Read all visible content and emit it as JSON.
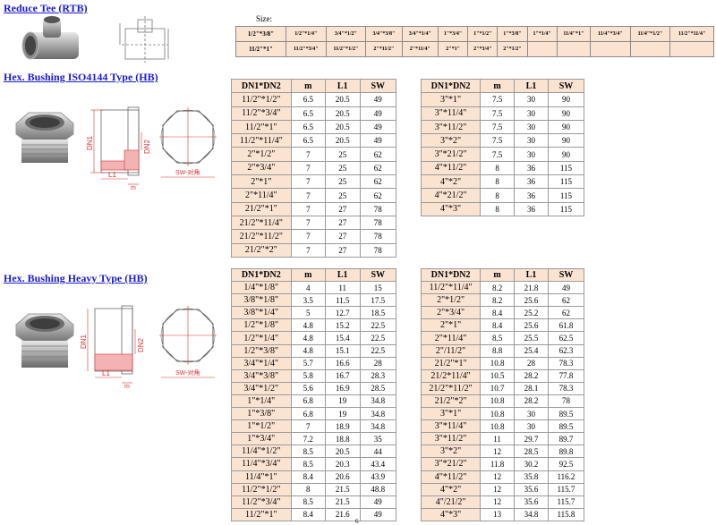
{
  "sections": {
    "reduce_tee": {
      "title": "Reduce Tee (RTB)",
      "size_label": "Size:",
      "sizes": [
        [
          "1/2\"*3/8\"",
          "1/2\"*1/4\"",
          "3/4\"*1/2\"",
          "3/4\"*3/8\"",
          "3/4\"*1/4\"",
          "1\"*3/4\"",
          "1\"*1/2\"",
          "1\"*3/8\"",
          "1\"*1/4\"",
          "11/4\"*1\"",
          "11/4\"*3/4\"",
          "11/4\"*1/2\"",
          "11/2\"*11/4\""
        ],
        [
          "11/2\"*1\"",
          "11/2\"*3/4\"",
          "11/2\"*1/2\"",
          "2\"*11/2\"",
          "2\"*11/4\"",
          "2\"*1\"",
          "2\"*3/4\"",
          "2\"*1/2\"",
          "",
          "",
          "",
          "",
          ""
        ]
      ]
    },
    "hex_iso": {
      "title": "Hex. Bushing  ISO4144 Type (HB)",
      "drawing_labels": {
        "dn1": "DN1",
        "dn2": "DN2",
        "l1": "L1",
        "m": "m",
        "sw": "SW-对角"
      },
      "headers": [
        "DN1*DN2",
        "m",
        "L1",
        "SW"
      ],
      "left_rows": [
        [
          "11/2\"*1/2\"",
          "6.5",
          "20.5",
          "49"
        ],
        [
          "11/2\"*3/4\"",
          "6.5",
          "20.5",
          "49"
        ],
        [
          "11/2\"*1\"",
          "6.5",
          "20.5",
          "49"
        ],
        [
          "11/2\"*11/4\"",
          "6.5",
          "20.5",
          "49"
        ],
        [
          "2\"*1/2\"",
          "7",
          "25",
          "62"
        ],
        [
          "2\"*3/4\"",
          "7",
          "25",
          "62"
        ],
        [
          "2\"*1\"",
          "7",
          "25",
          "62"
        ],
        [
          "2\"*11/4\"",
          "7",
          "25",
          "62"
        ],
        [
          "21/2\"*1\"",
          "7",
          "27",
          "78"
        ],
        [
          "21/2\"*11/4\"",
          "7",
          "27",
          "78"
        ],
        [
          "21/2\"*11/2\"",
          "7",
          "27",
          "78"
        ],
        [
          "21/2\"*2\"",
          "7",
          "27",
          "78"
        ]
      ],
      "right_rows": [
        [
          "3\"*1\"",
          "7.5",
          "30",
          "90"
        ],
        [
          "3\"*11/4\"",
          "7.5",
          "30",
          "90"
        ],
        [
          "3\"*11/2\"",
          "7.5",
          "30",
          "90"
        ],
        [
          "3\"*2\"",
          "7.5",
          "30",
          "90"
        ],
        [
          "3\"*21/2\"",
          "7.5",
          "30",
          "90"
        ],
        [
          "4\"*11/2\"",
          "8",
          "36",
          "115"
        ],
        [
          "4\"*2\"",
          "8",
          "36",
          "115"
        ],
        [
          "4\"*21/2\"",
          "8",
          "36",
          "115"
        ],
        [
          "4\"*3\"",
          "8",
          "36",
          "115"
        ]
      ]
    },
    "hex_heavy": {
      "title": "Hex. Bushing  Heavy Type (HB)",
      "drawing_labels": {
        "dn1": "DN1",
        "dn2": "DN2",
        "l1": "L1",
        "m": "m",
        "sw": "SW-对角"
      },
      "headers": [
        "DN1*DN2",
        "m",
        "L1",
        "SW"
      ],
      "left_rows": [
        [
          "1/4\"*1/8\"",
          "4",
          "11",
          "15"
        ],
        [
          "3/8\"*1/8\"",
          "3.5",
          "11.5",
          "17.5"
        ],
        [
          "3/8\"*1/4\"",
          "5",
          "12.7",
          "18.5"
        ],
        [
          "1/2\"*1/8\"",
          "4.8",
          "15.2",
          "22.5"
        ],
        [
          "1/2\"*1/4\"",
          "4.8",
          "15.4",
          "22.5"
        ],
        [
          "1/2\"*3/8\"",
          "4.8",
          "15.1",
          "22.5"
        ],
        [
          "3/4\"*1/4\"",
          "5.7",
          "16.6",
          "28"
        ],
        [
          "3/4\"*3/8\"",
          "5.8",
          "16.7",
          "28.3"
        ],
        [
          "3/4\"*1/2\"",
          "5.6",
          "16.9",
          "28.5"
        ],
        [
          "1\"*1/4\"",
          "6.8",
          "19",
          "34.8"
        ],
        [
          "1\"*3/8\"",
          "6.8",
          "19",
          "34.8"
        ],
        [
          "1\"*1/2\"",
          "7",
          "18.9",
          "34.8"
        ],
        [
          "1\"*3/4\"",
          "7.2",
          "18.8",
          "35"
        ],
        [
          "11/4\"*1/2\"",
          "8.5",
          "20.5",
          "44"
        ],
        [
          "11/4\"*3/4\"",
          "8.5",
          "20.3",
          "43.4"
        ],
        [
          "11/4\"*1\"",
          "8.4",
          "20.6",
          "43.9"
        ],
        [
          "11/2\"*1/2\"",
          "8",
          "21.5",
          "48.8"
        ],
        [
          "11/2\"*3/4\"",
          "8.5",
          "21.5",
          "49"
        ],
        [
          "11/2\"*1\"",
          "8.4",
          "21.6",
          "49"
        ]
      ],
      "right_rows": [
        [
          "11/2\"*11/4\"",
          "8.2",
          "21.8",
          "49"
        ],
        [
          "2\"*1/2\"",
          "8.2",
          "25.6",
          "62"
        ],
        [
          "2\"*3/4\"",
          "8.4",
          "25.2",
          "62"
        ],
        [
          "2\"*1\"",
          "8.4",
          "25.6",
          "61.8"
        ],
        [
          "2\"*11/4\"",
          "8.5",
          "25.5",
          "62.5"
        ],
        [
          "2\"/11/2\"",
          "8.8",
          "25.4",
          "62.3"
        ],
        [
          "21/2\"*1\"",
          "10.8",
          "28",
          "78.3"
        ],
        [
          "21/2*11/4\"",
          "10.5",
          "28.2",
          "77.8"
        ],
        [
          "21/2\"*11/2\"",
          "10.7",
          "28.1",
          "78.3"
        ],
        [
          "21/2\"*2\"",
          "10.8",
          "28.2",
          "78"
        ],
        [
          "3\"*1\"",
          "10.8",
          "30",
          "89.5"
        ],
        [
          "3\"*11/4\"",
          "10.8",
          "30",
          "89.5"
        ],
        [
          "3\"*11/2\"",
          "11",
          "29.7",
          "89.7"
        ],
        [
          "3\"*2\"",
          "12",
          "28.5",
          "89.8"
        ],
        [
          "3\"*21/2\"",
          "11.8",
          "30.2",
          "92.5"
        ],
        [
          "4\"*11/2\"",
          "12",
          "35.8",
          "116.2"
        ],
        [
          "4\"*2\"",
          "12",
          "35.6",
          "115.7"
        ],
        [
          "4\"/21/2\"",
          "12",
          "35.6",
          "115.7"
        ],
        [
          "4\"*3\"",
          "13",
          "34.8",
          "115.8"
        ]
      ]
    }
  },
  "page_number": "6"
}
